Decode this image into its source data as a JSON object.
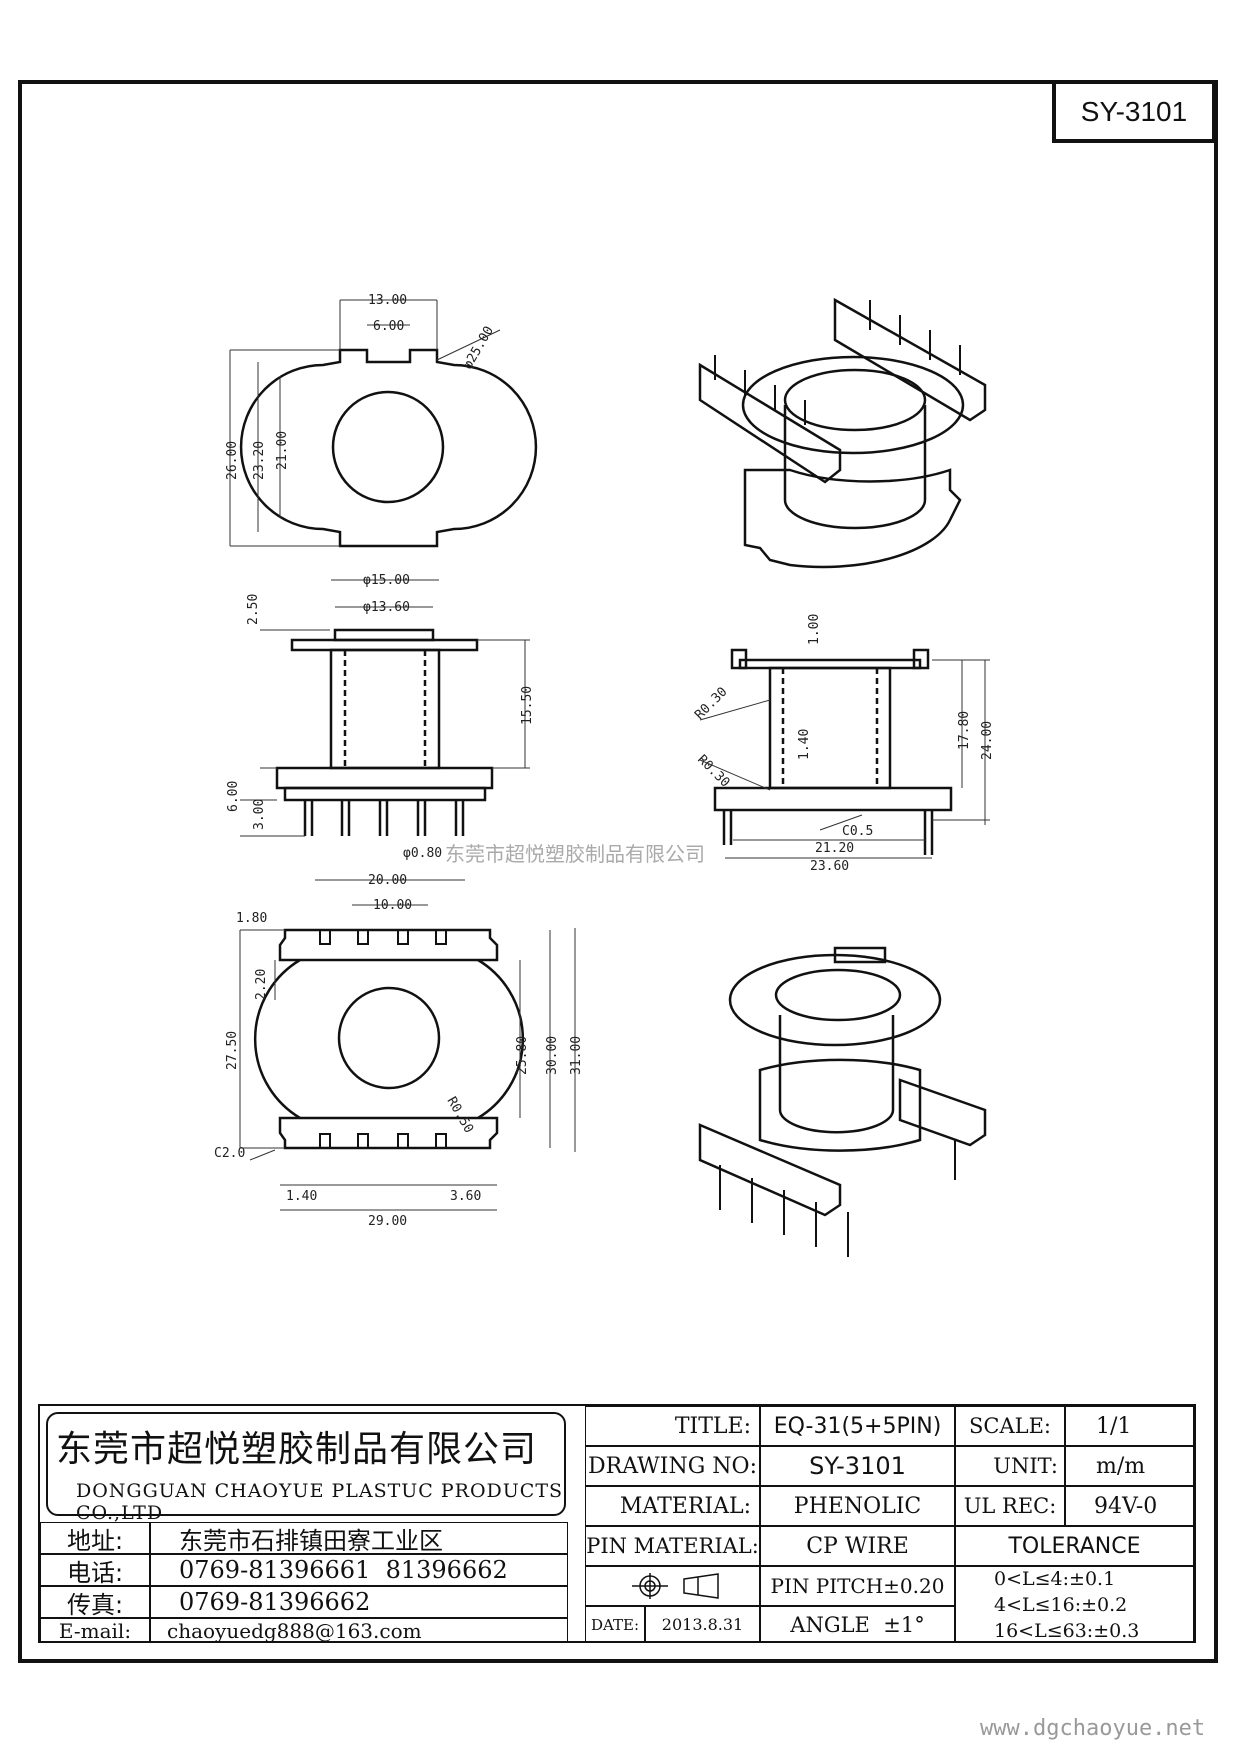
{
  "drawing_code": "SY-3101",
  "watermark": "东莞市超悦塑胶制品有限公司",
  "website": "www.dgchaoyue.net",
  "dimensions": {
    "top_view": [
      "13.00",
      "6.00",
      "φ25.00",
      "26.00",
      "23.20",
      "21.00"
    ],
    "front_view": [
      "φ15.00",
      "φ13.60",
      "2.50",
      "15.50",
      "6.00",
      "3.00",
      "φ0.80"
    ],
    "side_view": [
      "1.00",
      "R0.30",
      "R0.30",
      "1.40",
      "17.80",
      "24.00",
      "C0.5",
      "21.20",
      "23.60"
    ],
    "bottom_view": [
      "20.00",
      "10.00",
      "1.80",
      "2.20",
      "27.50",
      "25.80",
      "30.00",
      "31.00",
      "R0.50",
      "C2.0",
      "1.40",
      "3.60",
      "29.00"
    ]
  },
  "title_block": {
    "company_cn": "东莞市超悦塑胶制品有限公司",
    "company_en": "DONGGUAN CHAOYUE PLASTUC PRODUCTS CO.,LTD",
    "address_label": "地址:",
    "address": "东莞市石排镇田寮工业区",
    "phone_label": "电话:",
    "phone": "0769-81396661  81396662",
    "fax_label": "传真:",
    "fax": "0769-81396662",
    "email_label": "E-mail:",
    "email": "chaoyuedg888@163.com",
    "title_label": "TITLE:",
    "title": "EQ-31(5+5PIN)",
    "drawing_no_label": "DRAWING NO:",
    "drawing_no": "SY-3101",
    "material_label": "MATERIAL:",
    "material": "PHENOLIC",
    "pin_material_label": "PIN MATERIAL:",
    "pin_material": "CP WIRE",
    "pin_pitch": "PIN PITCH±0.20",
    "angle": "ANGLE  ±1°",
    "date_label": "DATE:",
    "date": "2013.8.31",
    "scale_label": "SCALE:",
    "scale": "1/1",
    "unit_label": "UNIT:",
    "unit": "m/m",
    "ul_rec_label": "UL REC:",
    "ul_rec": "94V-0",
    "tolerance_label": "TOLERANCE",
    "tolerance_rows": [
      "0<L≤4:±0.1",
      "4<L≤16:±0.2",
      "16<L≤63:±0.3"
    ]
  }
}
